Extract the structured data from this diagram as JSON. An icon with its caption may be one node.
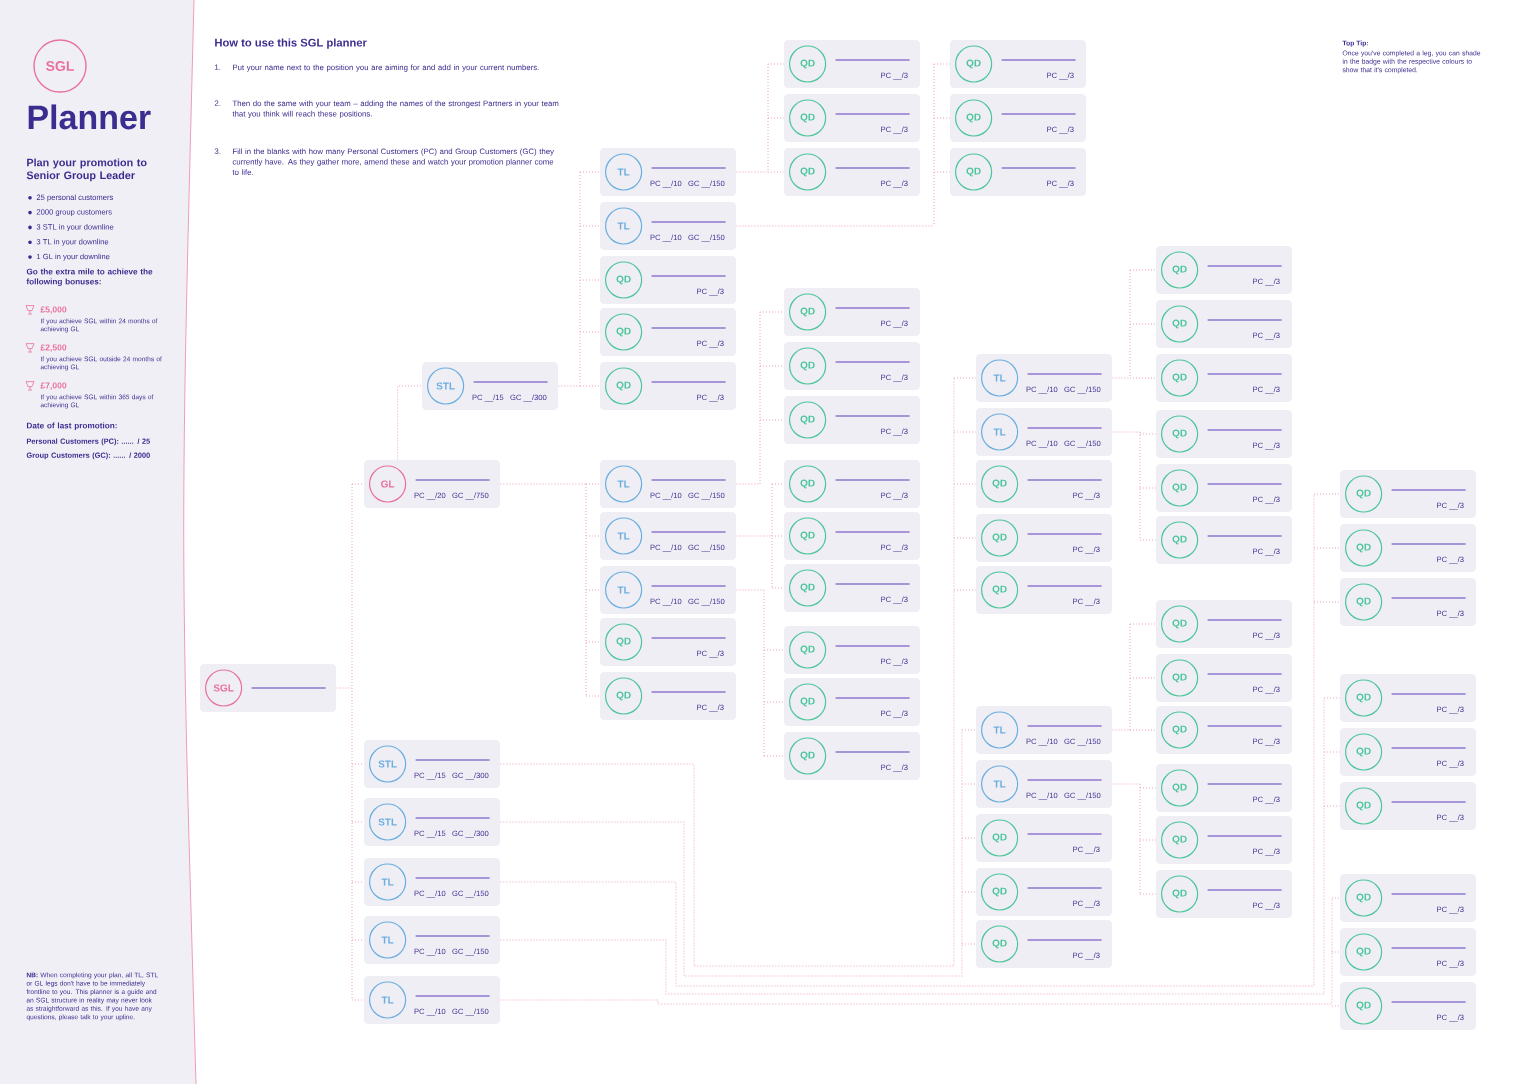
{
  "diagram": {
    "title": "Planner",
    "nodes": [
      {
        "text": [
          "SGL"
        ]
      },
      {
        "text": [
          "GL",
          "PC __/20",
          "GC __/750"
        ]
      },
      {
        "text": [
          "STL",
          "PC __/15",
          "GC __/300"
        ]
      },
      {
        "text": [
          "TL",
          "PC __/10",
          "GC __/150"
        ]
      },
      {
        "text": [
          "TL",
          "PC __/10",
          "GC __/150"
        ]
      },
      {
        "text": [
          "QD",
          "PC __/3"
        ]
      },
      {
        "text": [
          "QD",
          "PC __/3"
        ]
      },
      {
        "text": [
          "QD",
          "PC __/3"
        ]
      },
      {
        "text": [
          "TL",
          "PC __/10",
          "GC __/150"
        ]
      },
      {
        "text": [
          "TL",
          "PC __/10",
          "GC __/150"
        ]
      },
      {
        "text": [
          "TL",
          "PC __/10",
          "GC __/150"
        ]
      },
      {
        "text": [
          "QD",
          "PC __/3"
        ]
      },
      {
        "text": [
          "QD",
          "PC __/3"
        ]
      },
      {
        "text": [
          "STL",
          "PC __/15",
          "GC __/300"
        ]
      },
      {
        "text": [
          "STL",
          "PC __/15",
          "GC __/300"
        ]
      },
      {
        "text": [
          "TL",
          "PC __/10",
          "GC __/150"
        ]
      },
      {
        "text": [
          "TL",
          "PC __/10",
          "GC __/150"
        ]
      },
      {
        "text": [
          "TL",
          "PC __/10",
          "GC __/150"
        ]
      },
      {
        "text": [
          "QD",
          "PC __/3"
        ]
      },
      {
        "text": [
          "QD",
          "PC __/3"
        ]
      },
      {
        "text": [
          "QD",
          "PC __/3"
        ]
      },
      {
        "text": [
          "QD",
          "PC __/3"
        ]
      },
      {
        "text": [
          "QD",
          "PC __/3"
        ]
      },
      {
        "text": [
          "QD",
          "PC __/3"
        ]
      },
      {
        "text": [
          "QD",
          "PC __/3"
        ]
      },
      {
        "text": [
          "QD",
          "PC __/3"
        ]
      },
      {
        "text": [
          "QD",
          "PC __/3"
        ]
      },
      {
        "text": [
          "QD",
          "PC __/3"
        ]
      },
      {
        "text": [
          "QD",
          "PC __/3"
        ]
      },
      {
        "text": [
          "QD",
          "PC __/3"
        ]
      },
      {
        "text": [
          "QD",
          "PC __/3"
        ]
      },
      {
        "text": [
          "QD",
          "PC __/3"
        ]
      },
      {
        "text": [
          "QD",
          "PC __/3"
        ]
      },
      {
        "text": [
          "TL",
          "PC __/10",
          "GC __/150"
        ]
      },
      {
        "text": [
          "TL",
          "PC __/10",
          "GC __/150"
        ]
      },
      {
        "text": [
          "QD",
          "PC __/3"
        ]
      },
      {
        "text": [
          "QD",
          "PC __/3"
        ]
      },
      {
        "text": [
          "QD",
          "PC __/3"
        ]
      },
      {
        "text": [
          "TL",
          "PC __/10",
          "GC __/150"
        ]
      },
      {
        "text": [
          "TL",
          "PC __/10",
          "GC __/150"
        ]
      },
      {
        "text": [
          "QD",
          "PC __/3"
        ]
      },
      {
        "text": [
          "QD",
          "PC __/3"
        ]
      },
      {
        "text": [
          "QD",
          "PC __/3"
        ]
      },
      {
        "text": [
          "QD",
          "PC __/3"
        ]
      },
      {
        "text": [
          "QD",
          "PC __/3"
        ]
      },
      {
        "text": [
          "QD",
          "PC __/3"
        ]
      },
      {
        "text": [
          "QD",
          "PC __/3"
        ]
      },
      {
        "text": [
          "QD",
          "PC __/3"
        ]
      },
      {
        "text": [
          "QD",
          "PC __/3"
        ]
      },
      {
        "text": [
          "QD",
          "PC __/3"
        ]
      },
      {
        "text": [
          "QD",
          "PC __/3"
        ]
      },
      {
        "text": [
          "QD",
          "PC __/3"
        ]
      },
      {
        "text": [
          "QD",
          "PC __/3"
        ]
      },
      {
        "text": [
          "QD",
          "PC __/3"
        ]
      },
      {
        "text": [
          "QD",
          "PC __/3"
        ]
      },
      {
        "text": [
          "QD",
          "PC __/3"
        ]
      },
      {
        "text": [
          "QD",
          "PC __/3"
        ]
      },
      {
        "text": [
          "QD",
          "PC __/3"
        ]
      },
      {
        "text": [
          "QD",
          "PC __/3"
        ]
      },
      {
        "text": [
          "QD",
          "PC __/3"
        ]
      },
      {
        "text": [
          "QD",
          "PC __/3"
        ]
      },
      {
        "text": [
          "QD",
          "PC __/3"
        ]
      },
      {
        "text": [
          "QD",
          "PC __/3"
        ]
      },
      {
        "text": [
          "QD",
          "PC __/3"
        ]
      }
    ],
    "edges": [
      {
        "from": 0,
        "to": 1,
        "arrow": "none"
      },
      {
        "from": 0,
        "to": 13,
        "arrow": "none"
      },
      {
        "from": 0,
        "to": 14,
        "arrow": "none"
      },
      {
        "from": 0,
        "to": 15,
        "arrow": "none"
      },
      {
        "from": 0,
        "to": 16,
        "arrow": "none"
      },
      {
        "from": 0,
        "to": 17,
        "arrow": "none"
      },
      {
        "from": 1,
        "to": 2,
        "arrow": "none"
      },
      {
        "from": 1,
        "to": 8,
        "arrow": "none"
      },
      {
        "from": 1,
        "to": 9,
        "arrow": "none"
      },
      {
        "from": 1,
        "to": 10,
        "arrow": "none"
      },
      {
        "from": 1,
        "to": 11,
        "arrow": "none"
      },
      {
        "from": 1,
        "to": 12,
        "arrow": "none"
      },
      {
        "from": 2,
        "to": 3,
        "arrow": "none"
      },
      {
        "from": 2,
        "to": 4,
        "arrow": "none"
      },
      {
        "from": 2,
        "to": 5,
        "arrow": "none"
      },
      {
        "from": 2,
        "to": 6,
        "arrow": "none"
      },
      {
        "from": 2,
        "to": 7,
        "arrow": "none"
      },
      {
        "from": 3,
        "to": 18,
        "arrow": "none"
      },
      {
        "from": 3,
        "to": 19,
        "arrow": "none"
      },
      {
        "from": 3,
        "to": 20,
        "arrow": "none"
      },
      {
        "from": 4,
        "to": 21,
        "arrow": "none"
      },
      {
        "from": 4,
        "to": 22,
        "arrow": "none"
      },
      {
        "from": 4,
        "to": 23,
        "arrow": "none"
      },
      {
        "from": 8,
        "to": 24,
        "arrow": "none"
      },
      {
        "from": 8,
        "to": 25,
        "arrow": "none"
      },
      {
        "from": 8,
        "to": 26,
        "arrow": "none"
      },
      {
        "from": 9,
        "to": 27,
        "arrow": "none"
      },
      {
        "from": 9,
        "to": 28,
        "arrow": "none"
      },
      {
        "from": 9,
        "to": 29,
        "arrow": "none"
      },
      {
        "from": 10,
        "to": 30,
        "arrow": "none"
      },
      {
        "from": 10,
        "to": 31,
        "arrow": "none"
      },
      {
        "from": 10,
        "to": 32,
        "arrow": "none"
      },
      {
        "from": 13,
        "to": 33,
        "arrow": "none"
      },
      {
        "from": 13,
        "to": 34,
        "arrow": "none"
      },
      {
        "from": 13,
        "to": 35,
        "arrow": "none"
      },
      {
        "from": 13,
        "to": 36,
        "arrow": "none"
      },
      {
        "from": 13,
        "to": 37,
        "arrow": "none"
      },
      {
        "from": 14,
        "to": 38,
        "arrow": "none"
      },
      {
        "from": 14,
        "to": 39,
        "arrow": "none"
      },
      {
        "from": 14,
        "to": 40,
        "arrow": "none"
      },
      {
        "from": 14,
        "to": 41,
        "arrow": "none"
      },
      {
        "from": 14,
        "to": 42,
        "arrow": "none"
      },
      {
        "from": 15,
        "to": 55,
        "arrow": "none"
      },
      {
        "from": 15,
        "to": 56,
        "arrow": "none"
      },
      {
        "from": 15,
        "to": 57,
        "arrow": "none"
      },
      {
        "from": 16,
        "to": 58,
        "arrow": "none"
      },
      {
        "from": 16,
        "to": 59,
        "arrow": "none"
      },
      {
        "from": 16,
        "to": 60,
        "arrow": "none"
      },
      {
        "from": 17,
        "to": 61,
        "arrow": "none"
      },
      {
        "from": 17,
        "to": 62,
        "arrow": "none"
      },
      {
        "from": 17,
        "to": 63,
        "arrow": "none"
      },
      {
        "from": 33,
        "to": 43,
        "arrow": "none"
      },
      {
        "from": 33,
        "to": 44,
        "arrow": "none"
      },
      {
        "from": 33,
        "to": 45,
        "arrow": "none"
      },
      {
        "from": 34,
        "to": 46,
        "arrow": "none"
      },
      {
        "from": 34,
        "to": 47,
        "arrow": "none"
      },
      {
        "from": 34,
        "to": 48,
        "arrow": "none"
      },
      {
        "from": 38,
        "to": 49,
        "arrow": "none"
      },
      {
        "from": 38,
        "to": 50,
        "arrow": "none"
      },
      {
        "from": 38,
        "to": 51,
        "arrow": "none"
      },
      {
        "from": 39,
        "to": 52,
        "arrow": "none"
      },
      {
        "from": 39,
        "to": 53,
        "arrow": "none"
      },
      {
        "from": 39,
        "to": 54,
        "arrow": "none"
      }
    ],
    "labels": [
      "SGL",
      "Plan your promotion to Senior Group Leader",
      "25 personal customers",
      "2000 group customers",
      "3 STL in your downline",
      "3 TL in your downline",
      "1 GL in your downline",
      "Go the extra mile to achieve the following bonuses:",
      "£5,000",
      "If you achieve SGL within 24 months of achieving GL",
      "£2,500",
      "If you achieve SGL outside 24 months of achieving GL",
      "£7,000",
      "If you achieve SGL within 365 days of achieving GL",
      "Date of last promotion:",
      "Personal Customers (PC): ...... / 25",
      "Group Customers (GC): ...... / 2000",
      "**NB:** When completing your plan, all TL, STL or GL legs don't have to be immediately frontline to you. This planner is a guide and an SGL structure in reality may never look as straightforward as this. If you have any questions, please talk to your upline.",
      "How to use this SGL planner",
      "1.",
      "Put your name next to the position you are aiming for and add in your current numbers.",
      "2.",
      "Then do the same with your team – adding the names of the strongest Partners in your team that you think will reach these positions.",
      "3.",
      "Fill in the blanks with how many Personal Customers (PC) and Group Customers (GC) they currently have. As they gather more, amend these and watch your promotion planner come to life.",
      "Top Tip:",
      "Once you've completed a leg, you can shade in the badge with the respective colours to show that it's completed."
    ]
  }
}
